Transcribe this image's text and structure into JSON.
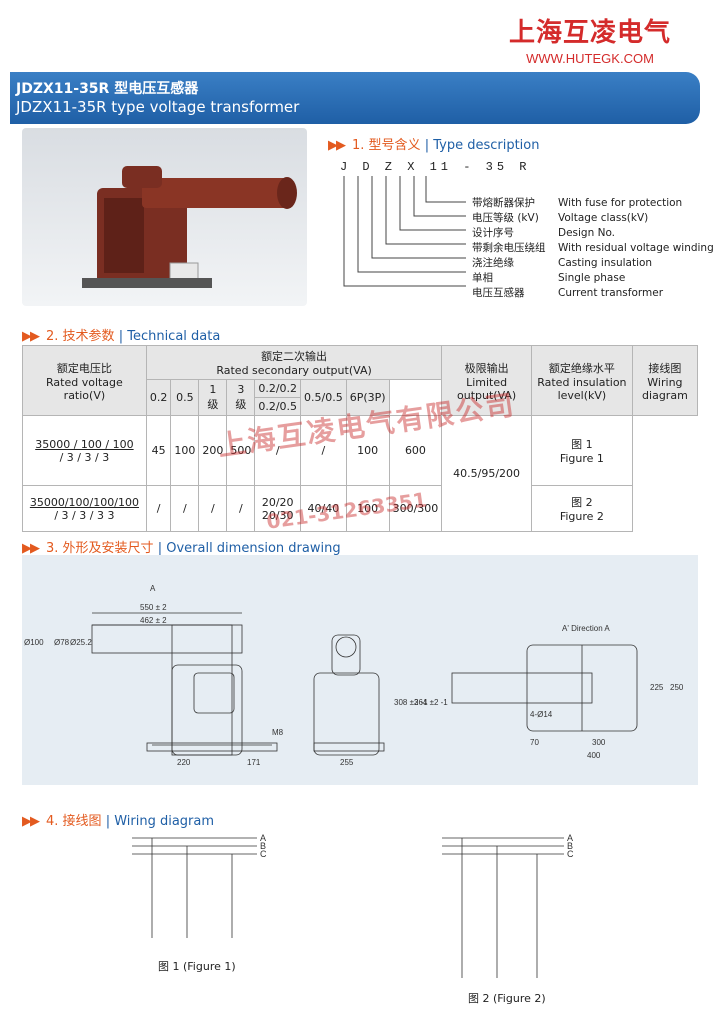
{
  "brand": {
    "name_cn": "上海互凌电气",
    "url": "WWW.HUTEGK.COM"
  },
  "title": {
    "cn_prefix": "JDZX11-35R",
    "cn_suffix": "型电压互感器",
    "en": "JDZX11-35R type voltage transformer"
  },
  "sections": {
    "s1": {
      "num": "1.",
      "cn": "型号含义",
      "en": "Type description"
    },
    "s2": {
      "num": "2.",
      "cn": "技术参数",
      "en": "Technical data"
    },
    "s3": {
      "num": "3.",
      "cn": "外形及安装尺寸",
      "en": "Overall dimension drawing"
    },
    "s4": {
      "num": "4.",
      "cn": "接线图",
      "en": "Wiring diagram"
    }
  },
  "model_code": "J D Z X 11 - 35 R",
  "type_legend": [
    {
      "cn": "带熔断器保护",
      "en": "With fuse for protection"
    },
    {
      "cn": "电压等级 (kV)",
      "en": "Voltage class(kV)"
    },
    {
      "cn": "设计序号",
      "en": "Design No."
    },
    {
      "cn": "带剩余电压绕组",
      "en": "With residual voltage winding"
    },
    {
      "cn": "浇注绝缘",
      "en": "Casting insulation"
    },
    {
      "cn": "单相",
      "en": "Single phase"
    },
    {
      "cn": "电压互感器",
      "en": "Current transformer"
    }
  ],
  "tech_table": {
    "h_ratio_cn": "额定电压比",
    "h_ratio_en": "Rated voltage ratio(V)",
    "h_sec_cn": "额定二次输出",
    "h_sec_en": "Rated secondary output(VA)",
    "h_lim_cn": "极限输出",
    "h_lim_en1": "Limited",
    "h_lim_en2": "output(VA)",
    "h_ins_cn": "额定绝缘水平",
    "h_ins_en1": "Rated insulation",
    "h_ins_en2": "level(kV)",
    "h_wir_cn": "接线图",
    "h_wir_en1": "Wiring",
    "h_wir_en2": "diagram",
    "sub": [
      "0.2",
      "0.5",
      "1 级",
      "3 级",
      "0.2/0.2",
      "0.2/0.5",
      "0.5/0.5",
      "6P(3P)"
    ],
    "row1": {
      "ratio_top": "35000 / 100 / 100",
      "ratio_bot": "/ 3   / 3   / 3",
      "c1": "45",
      "c2": "100",
      "c3": "200",
      "c4": "500",
      "c5": "/",
      "c6": "/",
      "c7": "100",
      "limited": "600",
      "wiring_cn": "图 1",
      "wiring_en": "Figure 1"
    },
    "row2": {
      "ratio_top": "35000/100/100/100",
      "ratio_bot": "/ 3   / 3   / 3     3",
      "c1": "/",
      "c2": "/",
      "c3": "/",
      "c4": "/",
      "c5a": "20/20",
      "c5b": "20/30",
      "c6": "40/40",
      "c7": "100",
      "limited": "300/300",
      "wiring_cn": "图 2",
      "wiring_en": "Figure 2"
    },
    "insulation": "40.5/95/200"
  },
  "watermark": {
    "line1": "上海互凌电气有限公司",
    "line2": "021-31263351"
  },
  "drawing": {
    "dims": [
      "550 ± 2",
      "462 ± 2",
      "Ø100",
      "Ø78",
      "Ø25.2",
      "M8",
      "220",
      "171",
      "255",
      "308 ±2 -1",
      "364 ±2 -1",
      "225",
      "250",
      "4-Ø14",
      "70",
      "300",
      "400"
    ],
    "label_a": "A",
    "label_direction": "A'     Direction A"
  },
  "wiring": {
    "fig1": "图 1 (Figure 1)",
    "fig2": "图 2 (Figure 2)",
    "bus": [
      "A",
      "B",
      "C"
    ]
  }
}
